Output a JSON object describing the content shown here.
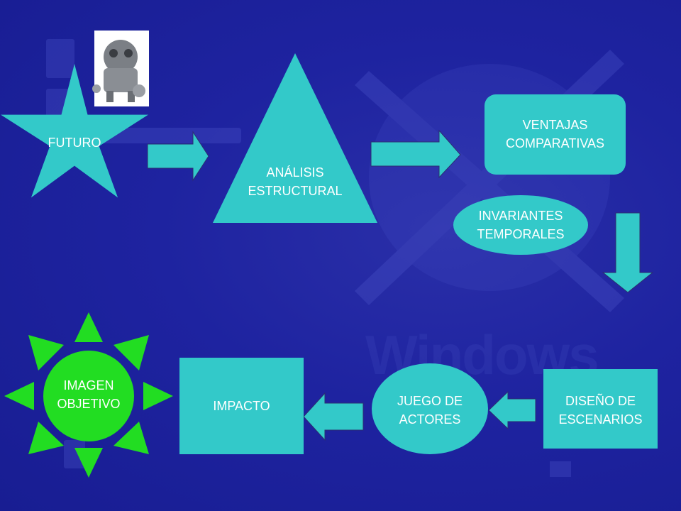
{
  "background": {
    "watermark": "Windows"
  },
  "nodes": {
    "futuro": "FUTURO",
    "analisis": "ANÁLISIS\nESTRUCTURAL",
    "ventajas": "VENTAJAS\nCOMPARATIVAS",
    "invariantes": "INVARIANTES\nTEMPORALES",
    "diseno": "DISEÑO DE\nESCENARIOS",
    "juego": "JUEGO DE\nACTORES",
    "impacto": "IMPACTO",
    "imagen": "IMAGEN\nOBJETIVO"
  },
  "colors": {
    "background": "#1e23a0",
    "shape_fill": "#33c9c9",
    "sun_fill": "#22dd22",
    "text": "#ffffff"
  }
}
